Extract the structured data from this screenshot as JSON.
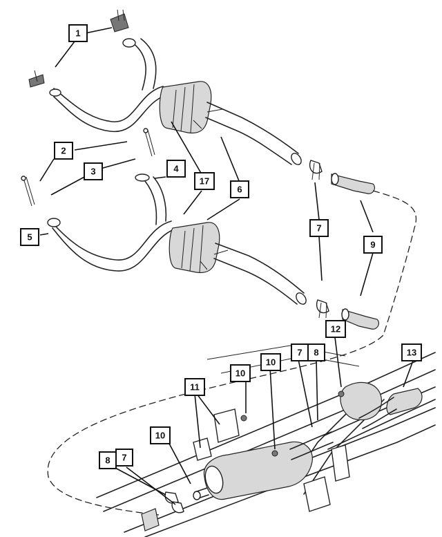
{
  "callouts": [
    {
      "id": "1",
      "label": "1"
    },
    {
      "id": "2",
      "label": "2"
    },
    {
      "id": "3",
      "label": "3"
    },
    {
      "id": "4",
      "label": "4"
    },
    {
      "id": "5",
      "label": "5"
    },
    {
      "id": "17a",
      "label": "17"
    },
    {
      "id": "6",
      "label": "6"
    },
    {
      "id": "7a",
      "label": "7"
    },
    {
      "id": "9",
      "label": "9"
    },
    {
      "id": "12",
      "label": "12"
    },
    {
      "id": "7b",
      "label": "7"
    },
    {
      "id": "8a",
      "label": "8"
    },
    {
      "id": "10a",
      "label": "10"
    },
    {
      "id": "10b",
      "label": "10"
    },
    {
      "id": "13",
      "label": "13"
    },
    {
      "id": "11",
      "label": "11"
    },
    {
      "id": "10c",
      "label": "10"
    },
    {
      "id": "8b",
      "label": "8"
    },
    {
      "id": "7c",
      "label": "7"
    }
  ]
}
